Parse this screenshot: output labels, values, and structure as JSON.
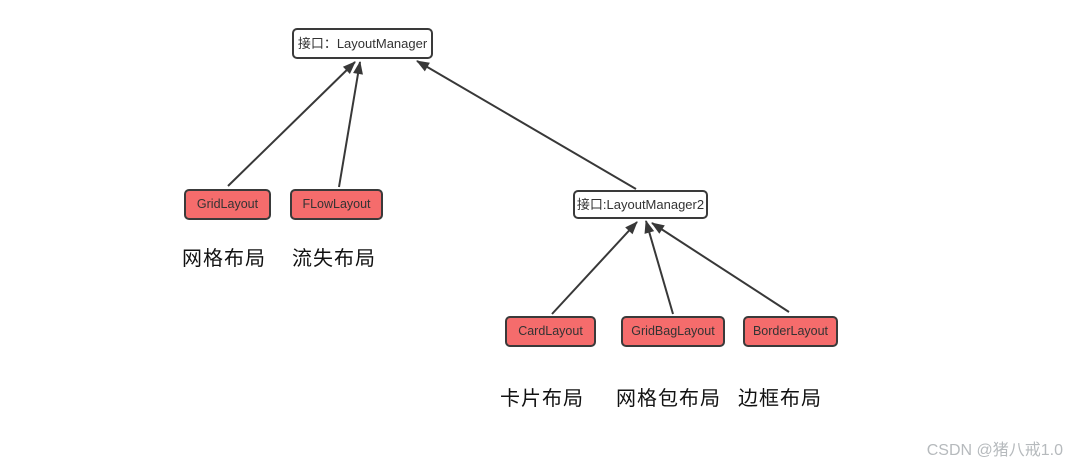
{
  "diagram": {
    "nodes": {
      "layout_manager": {
        "label": "接口：LayoutManager",
        "type": "interface"
      },
      "layout_manager2": {
        "label": "接口:LayoutManager2",
        "type": "interface"
      },
      "grid_layout": {
        "label": "GridLayout",
        "type": "class"
      },
      "flow_layout": {
        "label": "FLowLayout",
        "type": "class"
      },
      "card_layout": {
        "label": "CardLayout",
        "type": "class"
      },
      "grid_bag_layout": {
        "label": "GridBagLayout",
        "type": "class"
      },
      "border_layout": {
        "label": "BorderLayout",
        "type": "class"
      }
    },
    "captions": {
      "grid": "网格布局",
      "flow": "流失布局",
      "card": "卡片布局",
      "grid_bag": "网格包布局",
      "border": "边框布局"
    },
    "edges": [
      {
        "from": "GridLayout",
        "to": "接口：LayoutManager",
        "style": "arrow"
      },
      {
        "from": "FLowLayout",
        "to": "接口：LayoutManager",
        "style": "arrow"
      },
      {
        "from": "接口:LayoutManager2",
        "to": "接口：LayoutManager",
        "style": "arrow"
      },
      {
        "from": "CardLayout",
        "to": "接口:LayoutManager2",
        "style": "arrow"
      },
      {
        "from": "GridBagLayout",
        "to": "接口:LayoutManager2",
        "style": "arrow"
      },
      {
        "from": "BorderLayout",
        "to": "接口:LayoutManager2",
        "style": "arrow"
      }
    ],
    "colors": {
      "class_node_fill": "#f56c6c",
      "interface_node_fill": "#ffffff",
      "node_border": "#3a3a3a",
      "arrow": "#383838"
    }
  },
  "watermark": {
    "text": "CSDN @猪八戒1.0",
    "color": "#b6babd"
  }
}
